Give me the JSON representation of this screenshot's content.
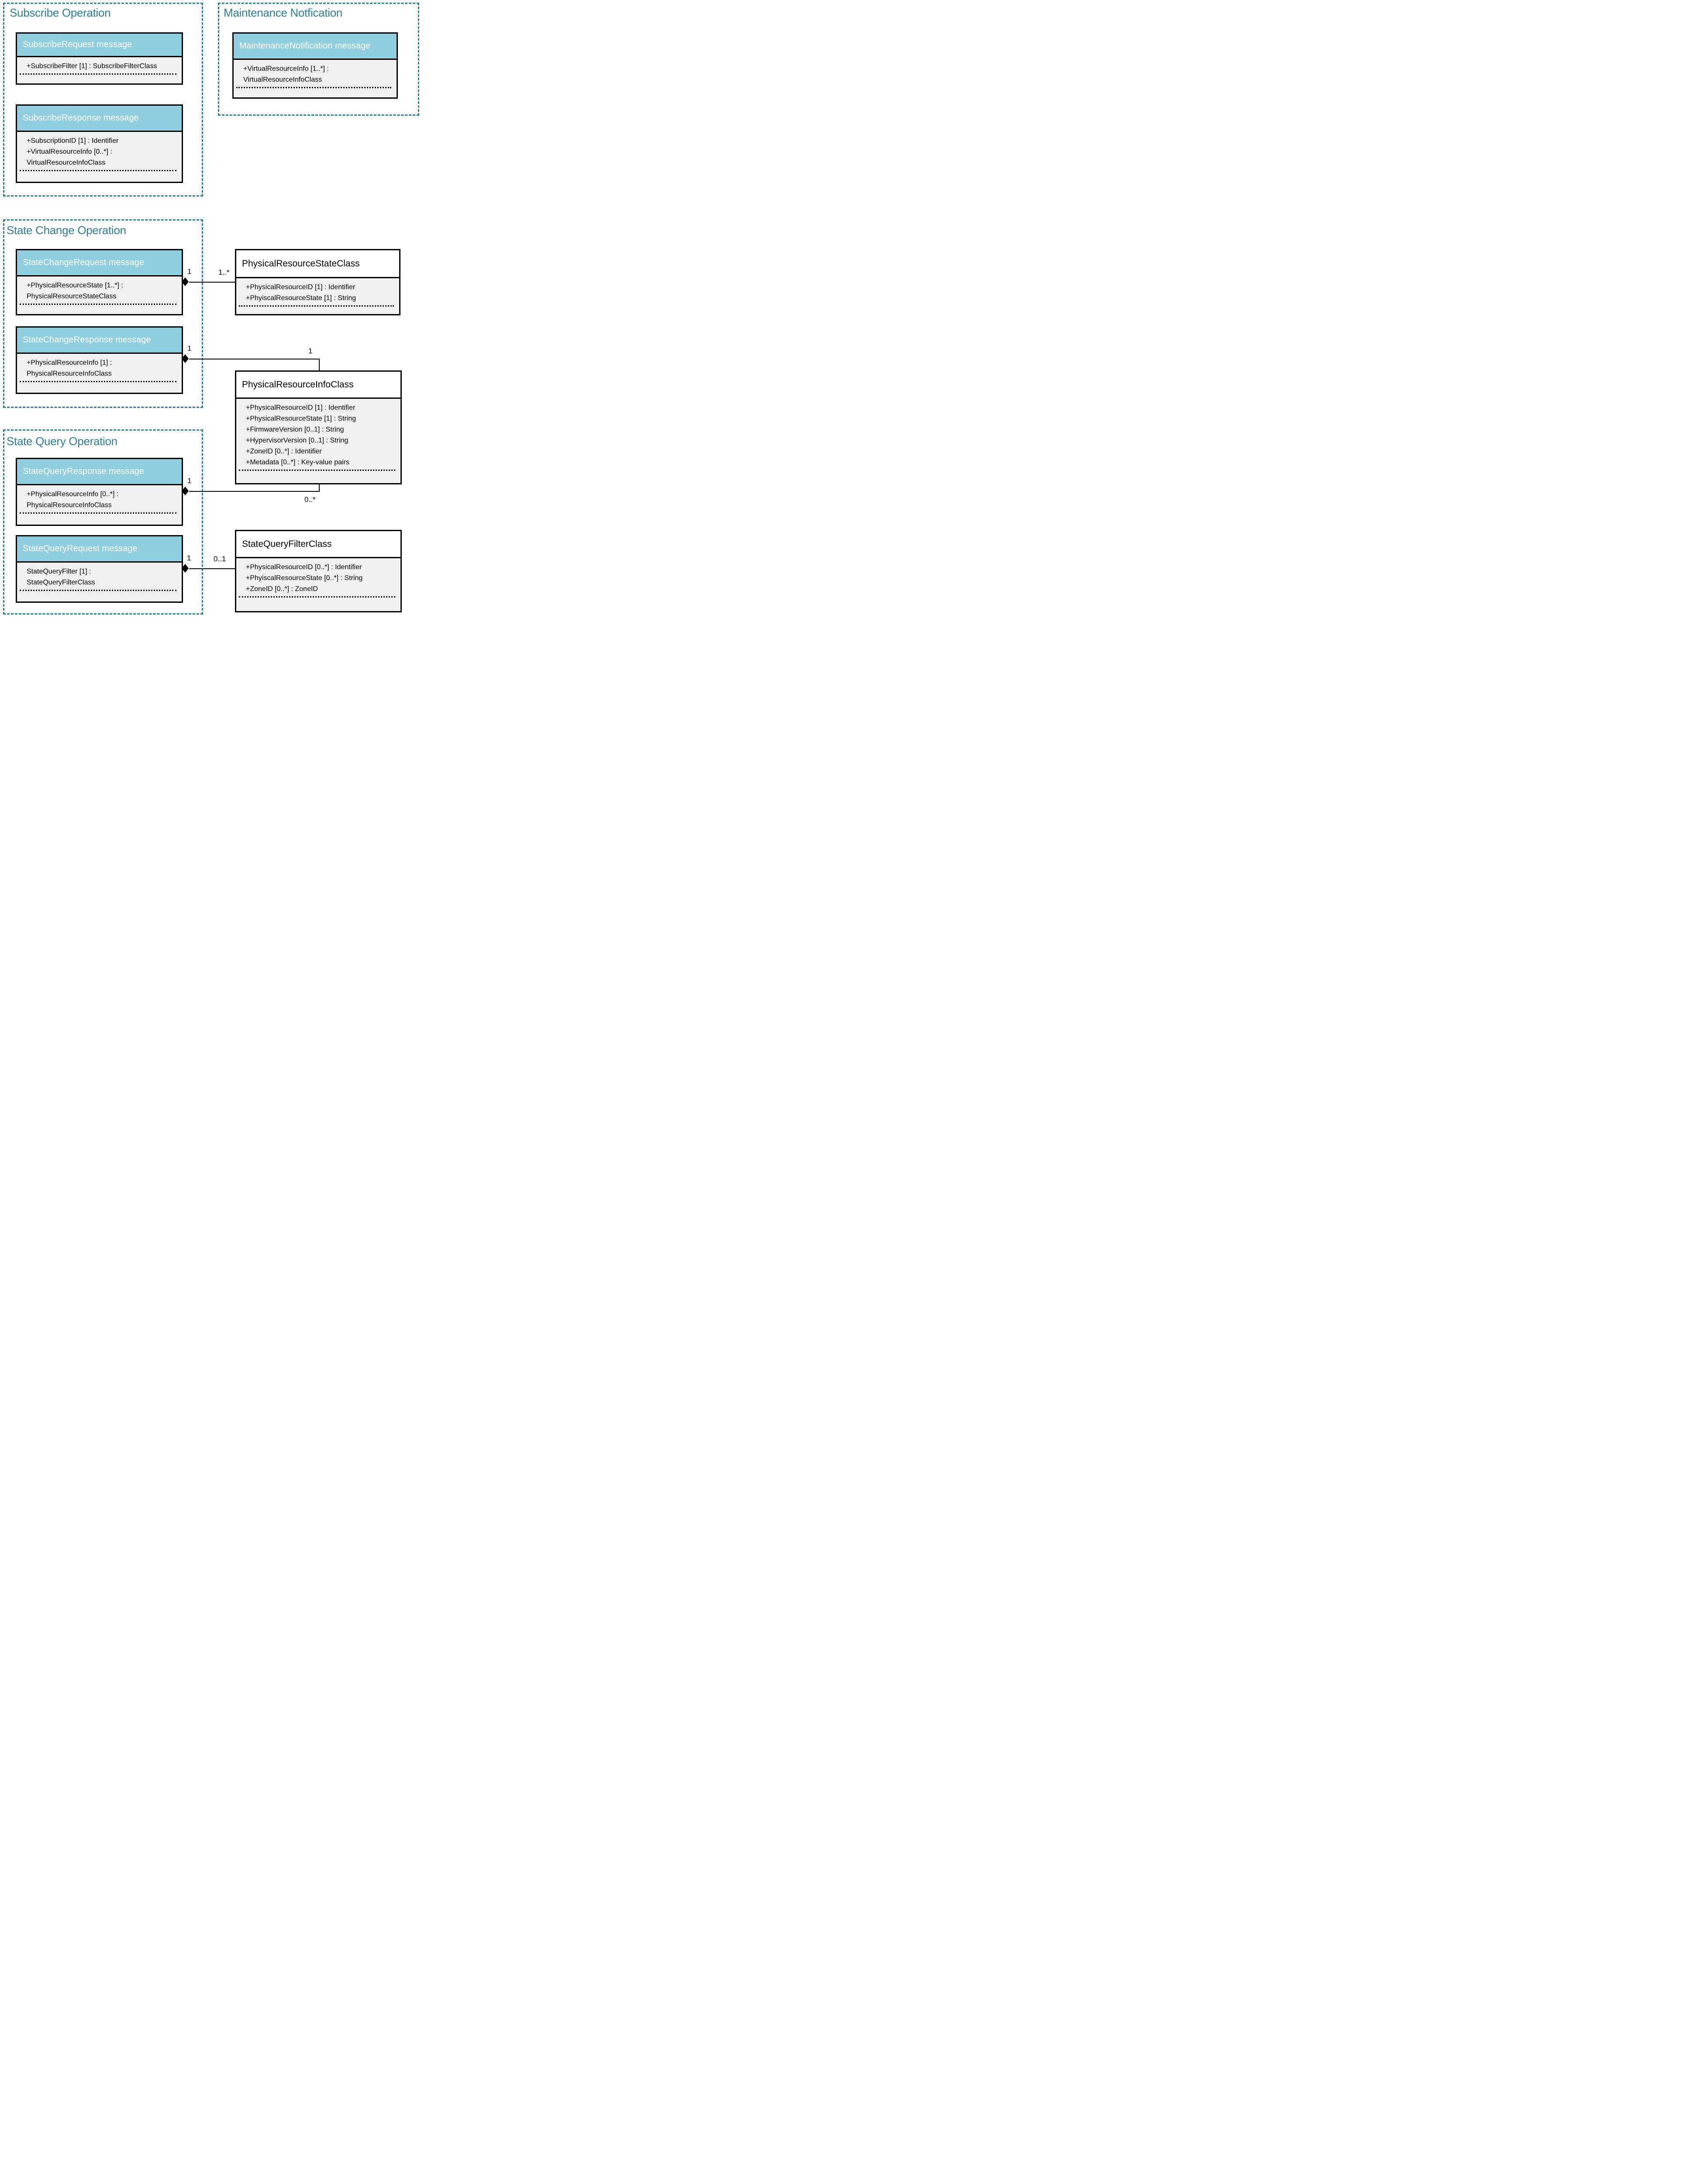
{
  "colors": {
    "accent_teal": "#2e7f98",
    "message_header_fill": "#8fcede",
    "attribute_fill": "#f0f0f0",
    "line_color": "#000000"
  },
  "groups": {
    "subscribe": {
      "title": "Subscribe Operation"
    },
    "maintenance": {
      "title": "Maintenance Notfication"
    },
    "state_change": {
      "title": "State Change Operation"
    },
    "state_query": {
      "title": "State Query Operation"
    }
  },
  "classes": {
    "subscribe_request": {
      "title": "SubscribeRequest message",
      "attrs": [
        "+SubscribeFilter [1] : SubscribeFilterClass"
      ]
    },
    "subscribe_response": {
      "title": "SubscribeResponse message",
      "attrs": [
        "+SubscriptionID [1] : Identifier",
        "+VirtualResourceInfo [0..*] :",
        "VirtualResourceInfoClass"
      ]
    },
    "maintenance_notification": {
      "title": "MaintenanceNotification message",
      "attrs": [
        "+VirtualResourceInfo [1..*] :",
        "VirtualResourceInfoClass"
      ]
    },
    "state_change_request": {
      "title": "StateChangeRequest message",
      "attrs": [
        "+PhysicalResourceState [1..*] :",
        "PhysicalResourceStateClass"
      ]
    },
    "physical_resource_state_class": {
      "title": "PhysicalResourceStateClass",
      "attrs": [
        "+PhysicalResourceID [1] : Identifier",
        "+PhyiscalResourceState [1] : String"
      ]
    },
    "state_change_response": {
      "title": "StateChangeResponse message",
      "attrs": [
        "+PhysicalResourceInfo [1] :",
        "PhysicalResourceInfoClass"
      ]
    },
    "physical_resource_info_class": {
      "title": "PhysicalResourceInfoClass",
      "attrs": [
        "+PhysicalResourceID [1] : Identifier",
        "+PhysicalResourceState [1] : String",
        "+FirmwareVersion [0..1] : String",
        "+HypervisorVersion [0..1] : String",
        "+ZoneID [0..*] : Identifier",
        "+Metadata [0..*] : Key-value pairs"
      ]
    },
    "state_query_response": {
      "title": "StateQueryResponse message",
      "attrs": [
        "+PhysicalResourceInfo [0..*] :",
        "PhysicalResourceInfoClass"
      ]
    },
    "state_query_request": {
      "title": "StateQueryRequest message",
      "attrs": [
        "StateQueryFilter [1] :",
        "StateQueryFilterClass"
      ]
    },
    "state_query_filter_class": {
      "title": "StateQueryFilterClass",
      "attrs": [
        "+PhysicalResourceID [0..*] : Identifier",
        "+PhyiscalResourceState [0..*] : String",
        "+ZoneID [0..*] : ZoneID"
      ]
    }
  },
  "connectors": {
    "state_change_request": {
      "source_mult": "1",
      "target_mult": "1..*"
    },
    "state_change_response": {
      "source_mult": "1",
      "target_mult": "1"
    },
    "state_query_response": {
      "source_mult": "1",
      "target_mult": "0..*"
    },
    "state_query_request": {
      "source_mult": "1",
      "target_mult": "0..1"
    }
  }
}
